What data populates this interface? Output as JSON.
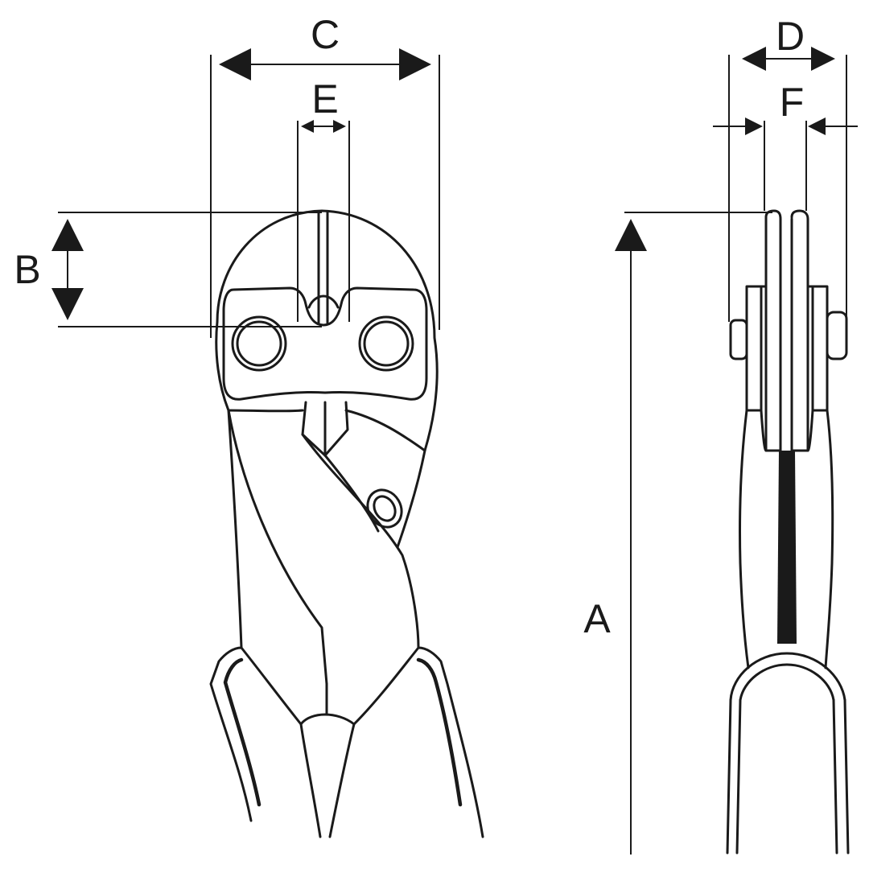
{
  "diagram": {
    "labels": {
      "A": "A",
      "B": "B",
      "C": "C",
      "D": "D",
      "E": "E",
      "F": "F"
    },
    "stroke_color": "#1a1a1a",
    "background_color": "#ffffff"
  }
}
